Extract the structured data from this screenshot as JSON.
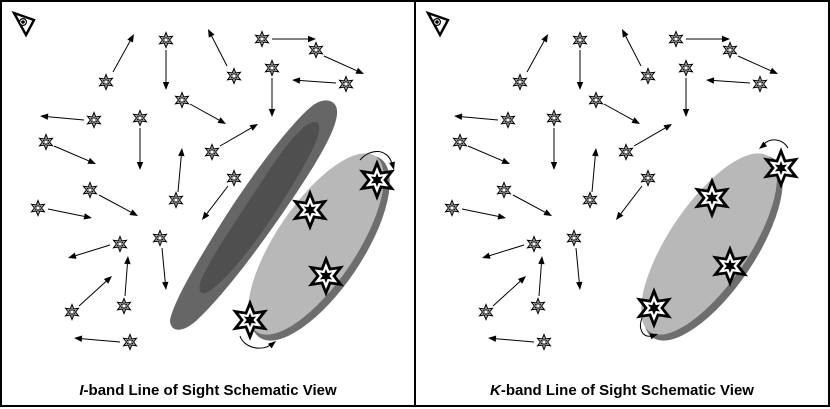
{
  "colors": {
    "field_star_fill": "#bdbdbd",
    "near_cloud": "#666666",
    "near_cloud_core": "#4d4d4d",
    "far_cloud": "#b8b8b8",
    "far_cloud_rim": "#6e6e6e",
    "ink": "#000000"
  },
  "icons": {
    "observer": "eye-icon",
    "field_star": "six-point-star-icon",
    "cluster_star": "large-six-point-star-icon"
  },
  "panels": [
    {
      "band": "I",
      "caption_rest": "-band Line of Sight Schematic View",
      "shows_near_cloud": true
    },
    {
      "band": "K",
      "caption_rest": "-band Line of Sight Schematic View",
      "shows_near_cloud": false
    }
  ]
}
